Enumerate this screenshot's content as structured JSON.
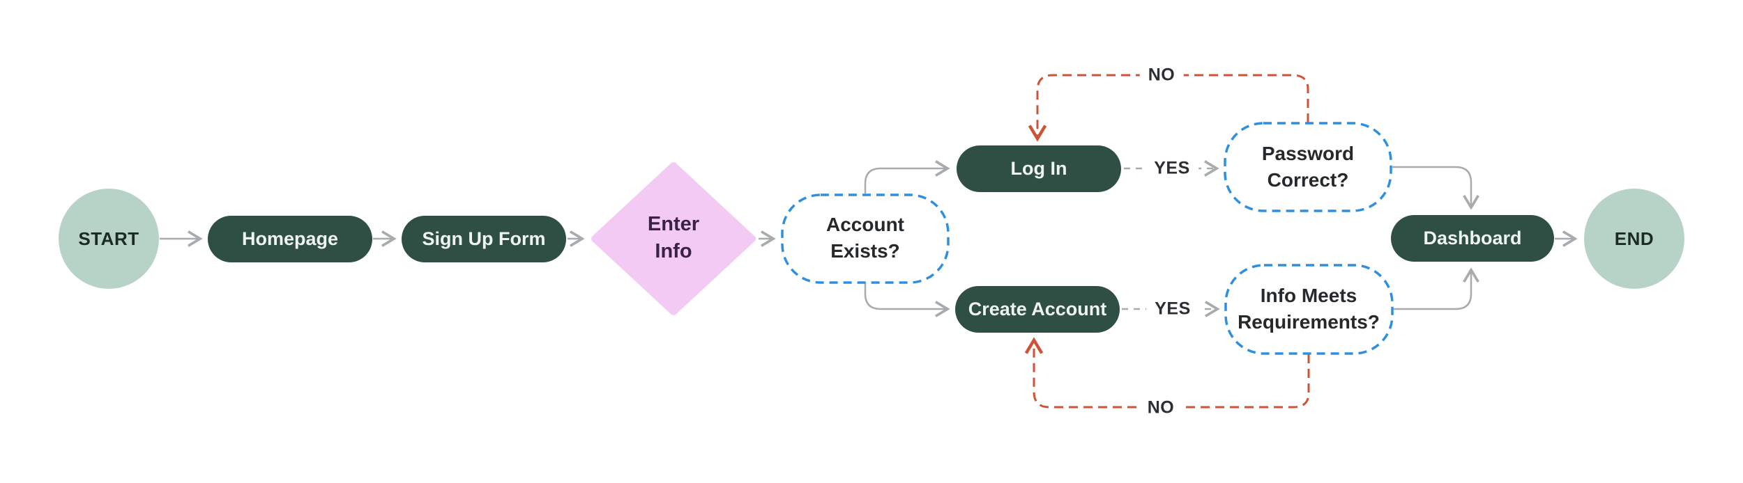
{
  "diagram": {
    "nodes": {
      "start": {
        "label": "START",
        "type": "terminal"
      },
      "homepage": {
        "label": "Homepage",
        "type": "process"
      },
      "signup_form": {
        "label": "Sign Up Form",
        "type": "process"
      },
      "enter_info": {
        "label": "Enter\nInfo",
        "type": "decision-diamond"
      },
      "account_exists": {
        "label": "Account\nExists?",
        "type": "decision"
      },
      "log_in": {
        "label": "Log In",
        "type": "process"
      },
      "create_account": {
        "label": "Create Account",
        "type": "process"
      },
      "password_correct": {
        "label": "Password\nCorrect?",
        "type": "decision"
      },
      "info_meets_requirements": {
        "label": "Info Meets\nRequirements?",
        "type": "decision"
      },
      "dashboard": {
        "label": "Dashboard",
        "type": "process"
      },
      "end": {
        "label": "END",
        "type": "terminal"
      }
    },
    "edge_labels": {
      "yes_top": "YES",
      "yes_bottom": "YES",
      "no_top": "NO",
      "no_bottom": "NO"
    },
    "edges": [
      {
        "from": "start",
        "to": "homepage",
        "style": "solid"
      },
      {
        "from": "homepage",
        "to": "signup_form",
        "style": "solid"
      },
      {
        "from": "signup_form",
        "to": "enter_info",
        "style": "solid"
      },
      {
        "from": "enter_info",
        "to": "account_exists",
        "style": "solid"
      },
      {
        "from": "account_exists",
        "to": "log_in",
        "style": "solid"
      },
      {
        "from": "account_exists",
        "to": "create_account",
        "style": "solid"
      },
      {
        "from": "log_in",
        "to": "password_correct",
        "label": "YES",
        "style": "dashed-gray"
      },
      {
        "from": "create_account",
        "to": "info_meets_requirements",
        "label": "YES",
        "style": "dashed-gray"
      },
      {
        "from": "password_correct",
        "to": "log_in",
        "label": "NO",
        "style": "dashed-red"
      },
      {
        "from": "info_meets_requirements",
        "to": "create_account",
        "label": "NO",
        "style": "dashed-red"
      },
      {
        "from": "password_correct",
        "to": "dashboard",
        "style": "solid"
      },
      {
        "from": "info_meets_requirements",
        "to": "dashboard",
        "style": "solid"
      },
      {
        "from": "dashboard",
        "to": "end",
        "style": "solid"
      }
    ],
    "colors": {
      "process_fill": "#2F4F44",
      "process_text": "#EEF4F0",
      "terminal_fill": "#B7D3C7",
      "terminal_text": "#1B2A23",
      "diamond_fill": "#F3CAF4",
      "diamond_text": "#3A2342",
      "decision_border": "#2E8FE0",
      "decision_text": "#26292C",
      "no_edge": "#CF5136",
      "edge_gray": "#A8ABAD",
      "label_text": "#2B2E32",
      "canvas_bg": "#FFFFFF"
    }
  }
}
